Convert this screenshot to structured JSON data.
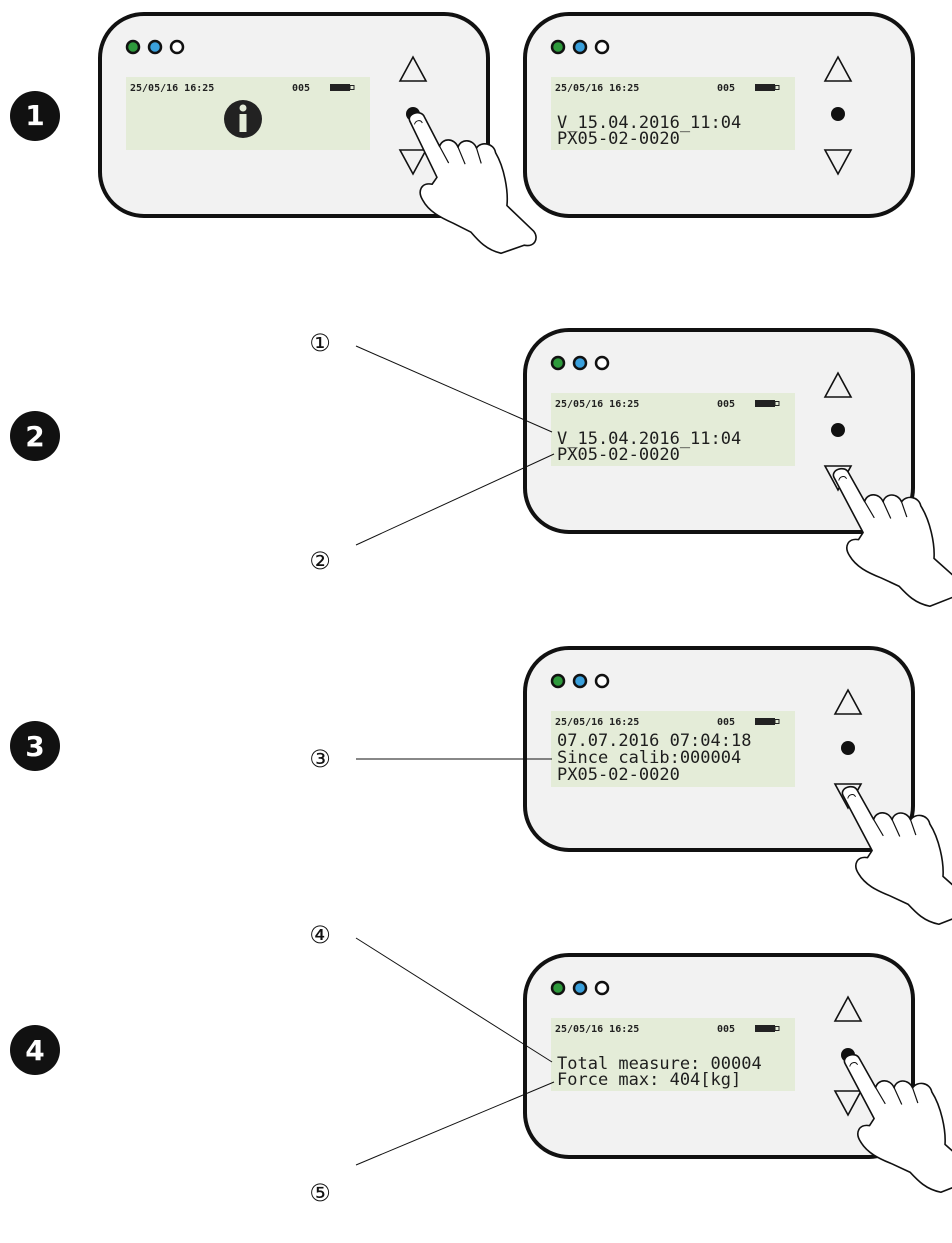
{
  "steps": [
    {
      "number": "1"
    },
    {
      "number": "2"
    },
    {
      "number": "3"
    },
    {
      "number": "4"
    }
  ],
  "callouts": [
    "①",
    "②",
    "③",
    "④",
    "⑤"
  ],
  "status_bar": {
    "datetime": "25/05/16 16:25",
    "count": "005"
  },
  "screens": {
    "step1a": {
      "lines": []
    },
    "step1b": {
      "lines": [
        "V_15.04.2016_11:04",
        "PX05-02-0020"
      ]
    },
    "step2": {
      "lines": [
        "V_15.04.2016_11:04",
        "PX05-02-0020"
      ]
    },
    "step3": {
      "lines": [
        "07.07.2016 07:04:18",
        "Since calib:000004",
        "PX05-02-0020"
      ]
    },
    "step4": {
      "lines": [
        "Total measure: 00004",
        "Force max:  404[kg]"
      ]
    }
  },
  "colors": {
    "led_green": "#2e9a3c",
    "led_blue": "#3aa0dc",
    "led_white": "#ffffff",
    "lcd_bg": "#e4ecd8",
    "device_bg": "#f2f2f2",
    "step_badge": "#111111"
  },
  "icons": {
    "info": "info-icon",
    "up": "triangle-up-icon",
    "ok": "dot-button-icon",
    "down": "triangle-down-icon",
    "hand": "pointing-hand-icon"
  }
}
